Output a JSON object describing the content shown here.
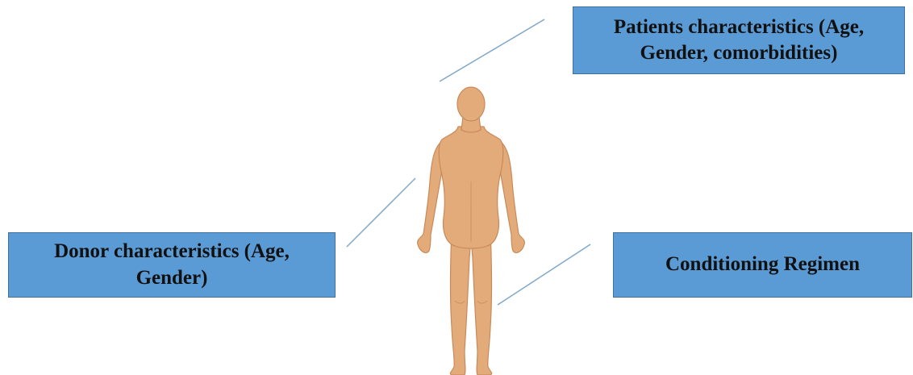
{
  "boxes": {
    "patients": "Patients characteristics (Age, Gender, comorbidities)",
    "donor": "Donor characteristics (Age, Gender)",
    "conditioning": "Conditioning Regimen"
  },
  "colors": {
    "box_fill": "#5b9bd5",
    "box_border": "#41719c",
    "connector": "#7fa7c9",
    "skin": "#e3aa7a",
    "skin_outline": "#c98a5a"
  },
  "icons": {
    "figure": "human-body-icon"
  }
}
